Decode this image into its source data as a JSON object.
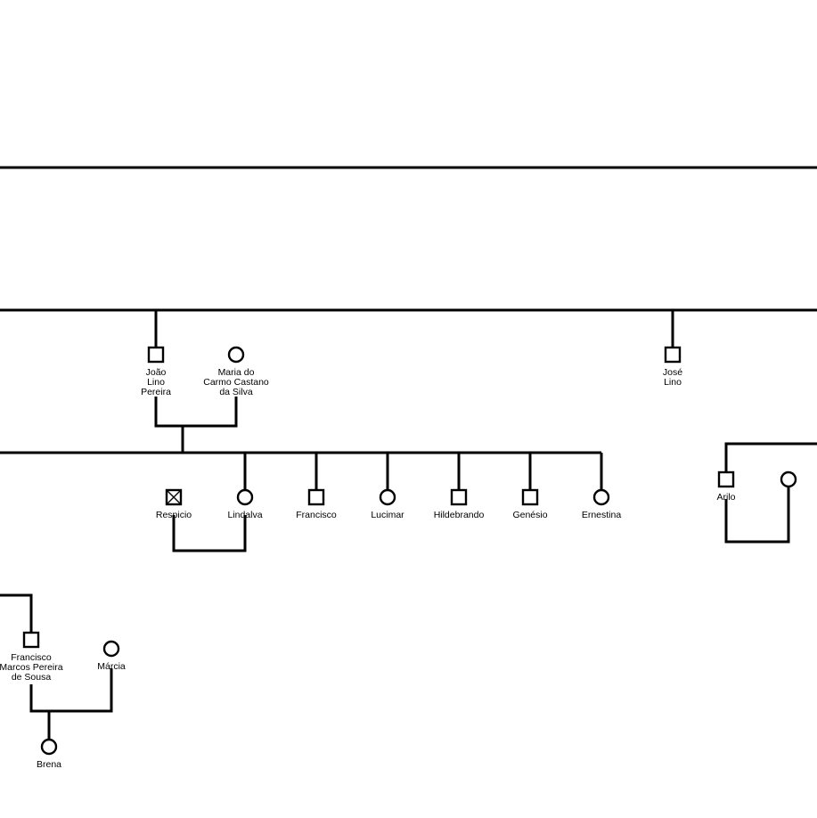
{
  "colors": {
    "line": "#000000",
    "background": "#ffffff"
  },
  "people": {
    "joao": {
      "sex": "male",
      "name": [
        "João",
        "Lino",
        "Pereira"
      ]
    },
    "maria": {
      "sex": "female",
      "name": [
        "Maria do",
        "Carmo Castano",
        "da Silva"
      ]
    },
    "jose": {
      "sex": "male",
      "name": [
        "José",
        "Lino"
      ]
    },
    "respicio": {
      "sex": "male",
      "deceased": true,
      "name": [
        "Respicio"
      ]
    },
    "lindalva": {
      "sex": "female",
      "name": [
        "Lindalva"
      ]
    },
    "francisco": {
      "sex": "male",
      "name": [
        "Francisco"
      ]
    },
    "lucimar": {
      "sex": "female",
      "name": [
        "Lucimar"
      ]
    },
    "hildebrando": {
      "sex": "male",
      "name": [
        "Hildebrando"
      ]
    },
    "genesio": {
      "sex": "male",
      "name": [
        "Genésio"
      ]
    },
    "ernestina": {
      "sex": "female",
      "name": [
        "Ernestina"
      ]
    },
    "arilo": {
      "sex": "male",
      "name": [
        "Arilo"
      ]
    },
    "arilo_spouse": {
      "sex": "female",
      "name": []
    },
    "francisco_marcos": {
      "sex": "male",
      "name": [
        "Francisco",
        "Marcos Pereira",
        "de Sousa"
      ]
    },
    "marcia": {
      "sex": "female",
      "name": [
        "Márcia"
      ]
    },
    "brena": {
      "sex": "female",
      "name": [
        "Brena"
      ]
    }
  }
}
